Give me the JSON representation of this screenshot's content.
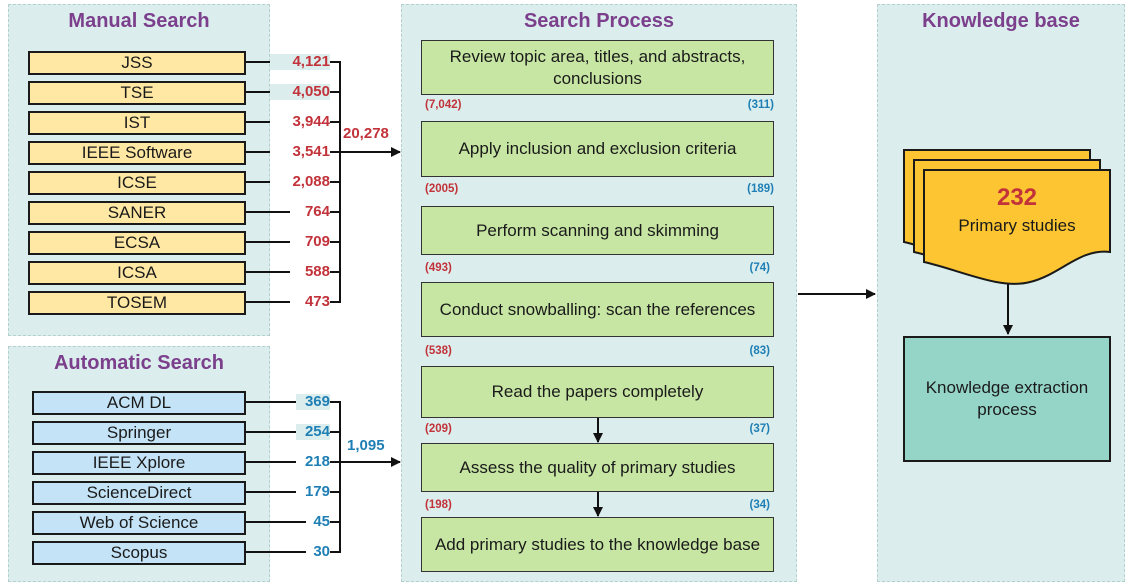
{
  "panels": {
    "manual_title": "Manual Search",
    "automatic_title": "Automatic Search",
    "process_title": "Search Process",
    "knowledge_title": "Knowledge base"
  },
  "manual_sources": [
    {
      "name": "JSS",
      "count": "4,121"
    },
    {
      "name": "TSE",
      "count": "4,050"
    },
    {
      "name": "IST",
      "count": "3,944"
    },
    {
      "name": "IEEE Software",
      "count": "3,541"
    },
    {
      "name": "ICSE",
      "count": "2,088"
    },
    {
      "name": "SANER",
      "count": "764"
    },
    {
      "name": "ECSA",
      "count": "709"
    },
    {
      "name": "ICSA",
      "count": "588"
    },
    {
      "name": "TOSEM",
      "count": "473"
    }
  ],
  "manual_total": "20,278",
  "automatic_sources": [
    {
      "name": "ACM DL",
      "count": "369"
    },
    {
      "name": "Springer",
      "count": "254"
    },
    {
      "name": "IEEE Xplore",
      "count": "218"
    },
    {
      "name": "ScienceDirect",
      "count": "179"
    },
    {
      "name": "Web of Science",
      "count": "45"
    },
    {
      "name": "Scopus",
      "count": "30"
    }
  ],
  "automatic_total": "1,095",
  "steps": [
    {
      "label": "Review topic area, titles, and abstracts, conclusions",
      "manual": "(7,042)",
      "automatic": "(311)"
    },
    {
      "label": "Apply inclusion and exclusion criteria",
      "manual": "(2005)",
      "automatic": "(189)"
    },
    {
      "label": "Perform scanning and skimming",
      "manual": "(493)",
      "automatic": "(74)"
    },
    {
      "label": "Conduct snowballing: scan the references",
      "manual": "(538)",
      "automatic": "(83)"
    },
    {
      "label": "Read the papers completely",
      "manual": "(209)",
      "automatic": "(37)"
    },
    {
      "label": "Assess the quality of primary studies",
      "manual": "(198)",
      "automatic": "(34)"
    },
    {
      "label": "Add primary studies to the knowledge base",
      "manual": "",
      "automatic": ""
    }
  ],
  "knowledge": {
    "count": "232",
    "doc_label": "Primary studies",
    "extraction": "Knowledge extraction process"
  },
  "colors": {
    "manual_fill": "#ffe8a3",
    "automatic_fill": "#c4e3f6",
    "step_fill": "#c7e6a3",
    "knowledge_fill": "#95d5c8",
    "doc_fill": "#fcc531",
    "title": "#7b3f8c",
    "manual_count": "#c2323a",
    "automatic_count": "#1f7fb5"
  }
}
